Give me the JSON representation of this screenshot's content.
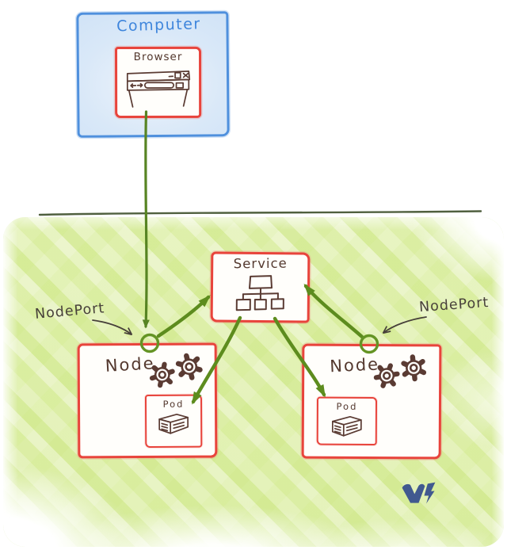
{
  "diagram": {
    "computer": {
      "label": "Computer"
    },
    "browser": {
      "label": "Browser"
    },
    "service": {
      "label": "Service"
    },
    "nodes": [
      {
        "label": "Node",
        "pod": {
          "label": "Pod"
        }
      },
      {
        "label": "Node",
        "pod": {
          "label": "Pod"
        }
      }
    ],
    "nodeports": {
      "left": {
        "label": "NodePort"
      },
      "right": {
        "label": "NodePort"
      }
    }
  },
  "icons": {
    "browser_window": "browser-window-icon",
    "service_hierarchy": "hierarchy-icon",
    "node_gears": "gear-icon",
    "pod_box": "pod-box-icon",
    "nodeport_circle": "nodeport-circle-icon",
    "watermark": "v-logo-icon"
  },
  "colors": {
    "red_outline": "#e8443c",
    "blue_outline": "#4f90dd",
    "blue_fill": "#d6e6f7",
    "blue_text": "#3e85dc",
    "ink": "#54392f",
    "annotation_ink": "#47403a",
    "green_arrow": "#5d8c1e",
    "separator_line": "#50603f",
    "cluster_background": "#e3f1b8",
    "logo_blue": "#41598f"
  }
}
